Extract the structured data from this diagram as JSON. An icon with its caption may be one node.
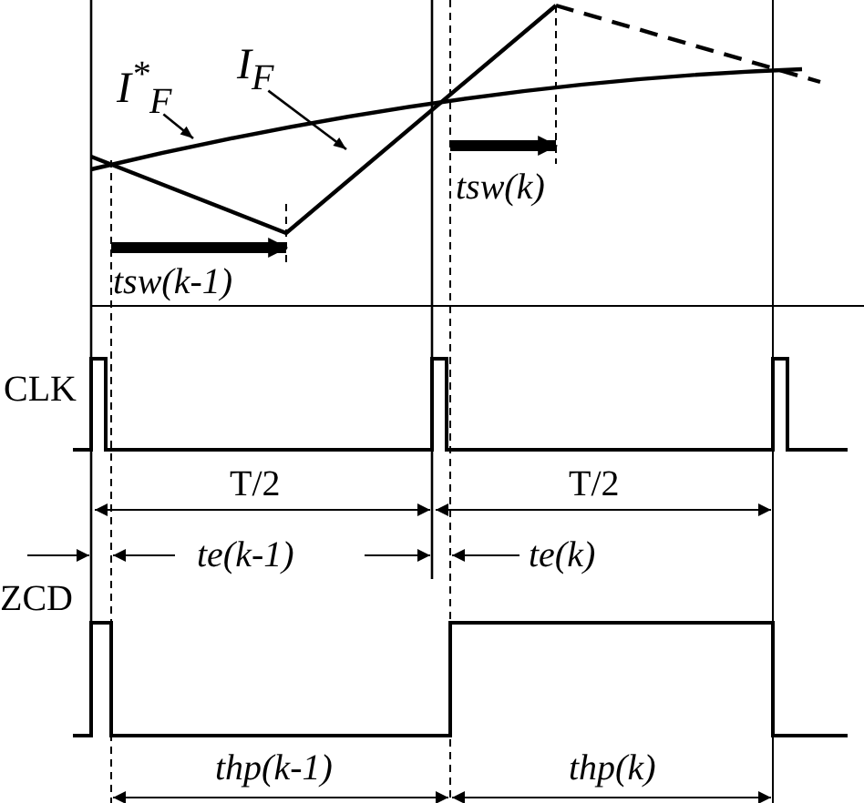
{
  "diagram": {
    "nodes": [
      {
        "text": [
          "I$^{*}$$_{F}$"
        ]
      },
      {
        "text": [
          "I$_{F}$"
        ]
      }
    ],
    "edges": [
      {
        "from": 0,
        "to": null,
        "arrow": "to"
      },
      {
        "from": 1,
        "to": null,
        "arrow": "to"
      }
    ],
    "labels": [
      "tsw(k)",
      "tsw(k-1)",
      "CLK",
      "T/2",
      "T/2",
      "te(k-1)",
      "te(k)",
      "ZCD",
      "thp(k-1)",
      "thp(k)"
    ]
  }
}
